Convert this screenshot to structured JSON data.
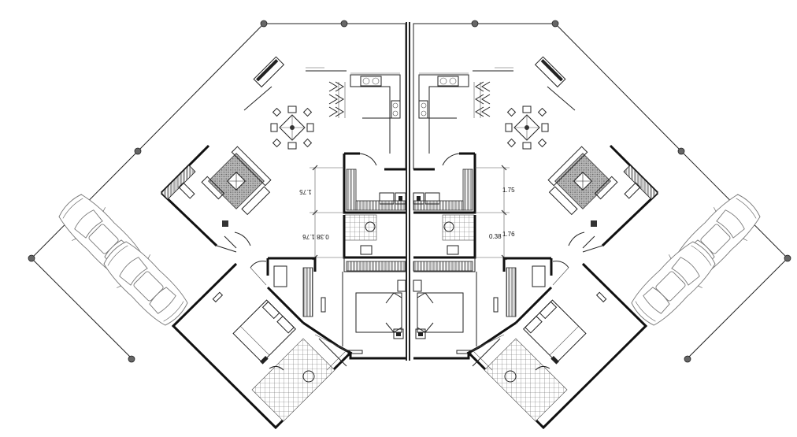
{
  "dimensions": {
    "upper_left": "1.75",
    "upper_right": "1.75",
    "lower_left": "1.76",
    "lower_right": "1.76",
    "small_left": "0.38",
    "small_right": "0.38"
  }
}
